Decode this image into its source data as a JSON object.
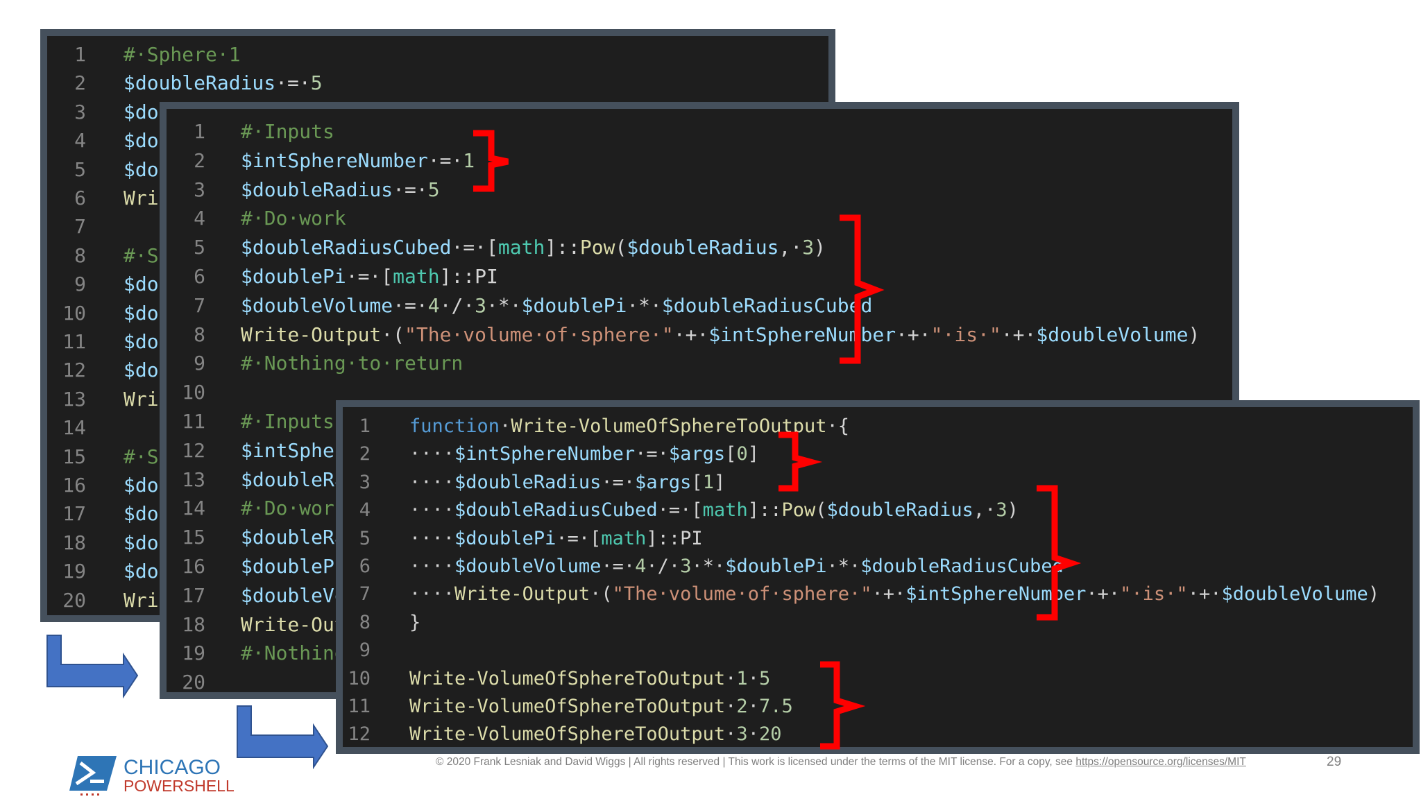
{
  "panel1": {
    "lines": [
      {
        "n": "1",
        "code": [
          [
            "t-cmt",
            "#·Sphere·1"
          ]
        ]
      },
      {
        "n": "2",
        "code": [
          [
            "t-var",
            "$doubleRadius"
          ],
          [
            "t-op",
            "·=·"
          ],
          [
            "t-num",
            "5"
          ]
        ]
      },
      {
        "n": "3",
        "code": [
          [
            "t-var",
            "$dou"
          ]
        ]
      },
      {
        "n": "4",
        "code": [
          [
            "t-var",
            "$dou"
          ]
        ]
      },
      {
        "n": "5",
        "code": [
          [
            "t-var",
            "$dou"
          ]
        ]
      },
      {
        "n": "6",
        "code": [
          [
            "t-fn",
            "Writ"
          ]
        ]
      },
      {
        "n": "7",
        "code": []
      },
      {
        "n": "8",
        "code": [
          [
            "t-cmt",
            "#·Sp"
          ]
        ]
      },
      {
        "n": "9",
        "code": [
          [
            "t-var",
            "$dou"
          ]
        ]
      },
      {
        "n": "10",
        "code": [
          [
            "t-var",
            "$dou"
          ]
        ]
      },
      {
        "n": "11",
        "code": [
          [
            "t-var",
            "$dou"
          ]
        ]
      },
      {
        "n": "12",
        "code": [
          [
            "t-var",
            "$dou"
          ]
        ]
      },
      {
        "n": "13",
        "code": [
          [
            "t-fn",
            "Writ"
          ]
        ]
      },
      {
        "n": "14",
        "code": []
      },
      {
        "n": "15",
        "code": [
          [
            "t-cmt",
            "#·Sp"
          ]
        ]
      },
      {
        "n": "16",
        "code": [
          [
            "t-var",
            "$dou"
          ]
        ]
      },
      {
        "n": "17",
        "code": [
          [
            "t-var",
            "$dou"
          ]
        ]
      },
      {
        "n": "18",
        "code": [
          [
            "t-var",
            "$dou"
          ]
        ]
      },
      {
        "n": "19",
        "code": [
          [
            "t-var",
            "$dou"
          ]
        ]
      },
      {
        "n": "20",
        "code": [
          [
            "t-fn",
            "Writ"
          ]
        ]
      }
    ]
  },
  "panel2": {
    "lines": [
      {
        "n": "1",
        "code": [
          [
            "t-cmt",
            "#·Inputs"
          ]
        ]
      },
      {
        "n": "2",
        "code": [
          [
            "t-var",
            "$intSphereNumber"
          ],
          [
            "t-op",
            "·=·"
          ],
          [
            "t-num",
            "1"
          ]
        ]
      },
      {
        "n": "3",
        "code": [
          [
            "t-var",
            "$doubleRadius"
          ],
          [
            "t-op",
            "·=·"
          ],
          [
            "t-num",
            "5"
          ]
        ]
      },
      {
        "n": "4",
        "code": [
          [
            "t-cmt",
            "#·Do·work"
          ]
        ]
      },
      {
        "n": "5",
        "code": [
          [
            "t-var",
            "$doubleRadiusCubed"
          ],
          [
            "t-op",
            "·=·["
          ],
          [
            "t-type",
            "math"
          ],
          [
            "t-op",
            "]::"
          ],
          [
            "t-fn",
            "Pow"
          ],
          [
            "t-op",
            "("
          ],
          [
            "t-var",
            "$doubleRadius"
          ],
          [
            "t-op",
            ",·"
          ],
          [
            "t-num",
            "3"
          ],
          [
            "t-op",
            ")"
          ]
        ]
      },
      {
        "n": "6",
        "code": [
          [
            "t-var",
            "$doublePi"
          ],
          [
            "t-op",
            "·=·["
          ],
          [
            "t-type",
            "math"
          ],
          [
            "t-op",
            "]::PI"
          ]
        ]
      },
      {
        "n": "7",
        "code": [
          [
            "t-var",
            "$doubleVolume"
          ],
          [
            "t-op",
            "·=·"
          ],
          [
            "t-num",
            "4"
          ],
          [
            "t-op",
            "·/·"
          ],
          [
            "t-num",
            "3"
          ],
          [
            "t-op",
            "·*·"
          ],
          [
            "t-var",
            "$doublePi"
          ],
          [
            "t-op",
            "·*·"
          ],
          [
            "t-var",
            "$doubleRadiusCubed"
          ]
        ]
      },
      {
        "n": "8",
        "code": [
          [
            "t-fn",
            "Write-Output"
          ],
          [
            "t-op",
            "·("
          ],
          [
            "t-str",
            "\"The·volume·of·sphere·\""
          ],
          [
            "t-op",
            "·+·"
          ],
          [
            "t-var",
            "$intSphereNumber"
          ],
          [
            "t-op",
            "·+·"
          ],
          [
            "t-str",
            "\"·is·\""
          ],
          [
            "t-op",
            "·+·"
          ],
          [
            "t-var",
            "$doubleVolume"
          ],
          [
            "t-op",
            ")"
          ]
        ]
      },
      {
        "n": "9",
        "code": [
          [
            "t-cmt",
            "#·Nothing·to·return"
          ]
        ]
      },
      {
        "n": "10",
        "code": []
      },
      {
        "n": "11",
        "code": [
          [
            "t-cmt",
            "#·Inputs"
          ]
        ]
      },
      {
        "n": "12",
        "code": [
          [
            "t-var",
            "$intSpher"
          ]
        ]
      },
      {
        "n": "13",
        "code": [
          [
            "t-var",
            "$doubleRa"
          ]
        ]
      },
      {
        "n": "14",
        "code": [
          [
            "t-cmt",
            "#·Do·work"
          ]
        ]
      },
      {
        "n": "15",
        "code": [
          [
            "t-var",
            "$doubleRa"
          ]
        ]
      },
      {
        "n": "16",
        "code": [
          [
            "t-var",
            "$doublePi"
          ]
        ]
      },
      {
        "n": "17",
        "code": [
          [
            "t-var",
            "$doubleVo"
          ]
        ]
      },
      {
        "n": "18",
        "code": [
          [
            "t-fn",
            "Write-Out"
          ]
        ]
      },
      {
        "n": "19",
        "code": [
          [
            "t-cmt",
            "#·Nothing"
          ]
        ]
      },
      {
        "n": "20",
        "code": []
      }
    ]
  },
  "panel3": {
    "lines": [
      {
        "n": "1",
        "code": [
          [
            "t-kw",
            "function"
          ],
          [
            "t-op",
            "·"
          ],
          [
            "t-fn",
            "Write-VolumeOfSphereToOutput"
          ],
          [
            "t-op",
            "·{"
          ]
        ]
      },
      {
        "n": "2",
        "code": [
          [
            "t-op",
            "····"
          ],
          [
            "t-var",
            "$intSphereNumber"
          ],
          [
            "t-op",
            "·=·"
          ],
          [
            "t-var",
            "$args"
          ],
          [
            "t-op",
            "["
          ],
          [
            "t-num",
            "0"
          ],
          [
            "t-op",
            "]"
          ]
        ]
      },
      {
        "n": "3",
        "code": [
          [
            "t-op",
            "····"
          ],
          [
            "t-var",
            "$doubleRadius"
          ],
          [
            "t-op",
            "·=·"
          ],
          [
            "t-var",
            "$args"
          ],
          [
            "t-op",
            "["
          ],
          [
            "t-num",
            "1"
          ],
          [
            "t-op",
            "]"
          ]
        ]
      },
      {
        "n": "4",
        "code": [
          [
            "t-op",
            "····"
          ],
          [
            "t-var",
            "$doubleRadiusCubed"
          ],
          [
            "t-op",
            "·=·["
          ],
          [
            "t-type",
            "math"
          ],
          [
            "t-op",
            "]::"
          ],
          [
            "t-fn",
            "Pow"
          ],
          [
            "t-op",
            "("
          ],
          [
            "t-var",
            "$doubleRadius"
          ],
          [
            "t-op",
            ",·"
          ],
          [
            "t-num",
            "3"
          ],
          [
            "t-op",
            ")"
          ]
        ]
      },
      {
        "n": "5",
        "code": [
          [
            "t-op",
            "····"
          ],
          [
            "t-var",
            "$doublePi"
          ],
          [
            "t-op",
            "·=·["
          ],
          [
            "t-type",
            "math"
          ],
          [
            "t-op",
            "]::PI"
          ]
        ]
      },
      {
        "n": "6",
        "code": [
          [
            "t-op",
            "····"
          ],
          [
            "t-var",
            "$doubleVolume"
          ],
          [
            "t-op",
            "·=·"
          ],
          [
            "t-num",
            "4"
          ],
          [
            "t-op",
            "·/·"
          ],
          [
            "t-num",
            "3"
          ],
          [
            "t-op",
            "·*·"
          ],
          [
            "t-var",
            "$doublePi"
          ],
          [
            "t-op",
            "·*·"
          ],
          [
            "t-var",
            "$doubleRadiusCubed"
          ]
        ]
      },
      {
        "n": "7",
        "code": [
          [
            "t-op",
            "····"
          ],
          [
            "t-fn",
            "Write-Output"
          ],
          [
            "t-op",
            "·("
          ],
          [
            "t-str",
            "\"The·volume·of·sphere·\""
          ],
          [
            "t-op",
            "·+·"
          ],
          [
            "t-var",
            "$intSphereNumber"
          ],
          [
            "t-op",
            "·+·"
          ],
          [
            "t-str",
            "\"·is·\""
          ],
          [
            "t-op",
            "·+·"
          ],
          [
            "t-var",
            "$doubleVolume"
          ],
          [
            "t-op",
            ")"
          ]
        ]
      },
      {
        "n": "8",
        "code": [
          [
            "t-op",
            "}"
          ]
        ]
      },
      {
        "n": "9",
        "code": []
      },
      {
        "n": "10",
        "code": [
          [
            "t-fn",
            "Write-VolumeOfSphereToOutput"
          ],
          [
            "t-op",
            "·"
          ],
          [
            "t-num",
            "1"
          ],
          [
            "t-op",
            "·"
          ],
          [
            "t-num",
            "5"
          ]
        ]
      },
      {
        "n": "11",
        "code": [
          [
            "t-fn",
            "Write-VolumeOfSphereToOutput"
          ],
          [
            "t-op",
            "·"
          ],
          [
            "t-num",
            "2"
          ],
          [
            "t-op",
            "·"
          ],
          [
            "t-num",
            "7.5"
          ]
        ]
      },
      {
        "n": "12",
        "code": [
          [
            "t-fn",
            "Write-VolumeOfSphereToOutput"
          ],
          [
            "t-op",
            "·"
          ],
          [
            "t-num",
            "3"
          ],
          [
            "t-op",
            "·"
          ],
          [
            "t-num",
            "20"
          ]
        ]
      }
    ]
  },
  "footer": {
    "copyright": "© 2020 Frank Lesniak and David Wiggs | All rights reserved | This work is licensed under the terms of the MIT license. For a copy, see ",
    "license_link": "https://opensource.org/licenses/MIT",
    "page_number": "29"
  },
  "logo": {
    "line1": "CHICAGO",
    "line2": "POWERSHELL",
    "color_blue": "#2e75b6",
    "color_red": "#c0392b"
  },
  "colors": {
    "brace_red": "#ff0000",
    "arrow_blue": "#4472c4",
    "panel_frame": "#45505c"
  }
}
